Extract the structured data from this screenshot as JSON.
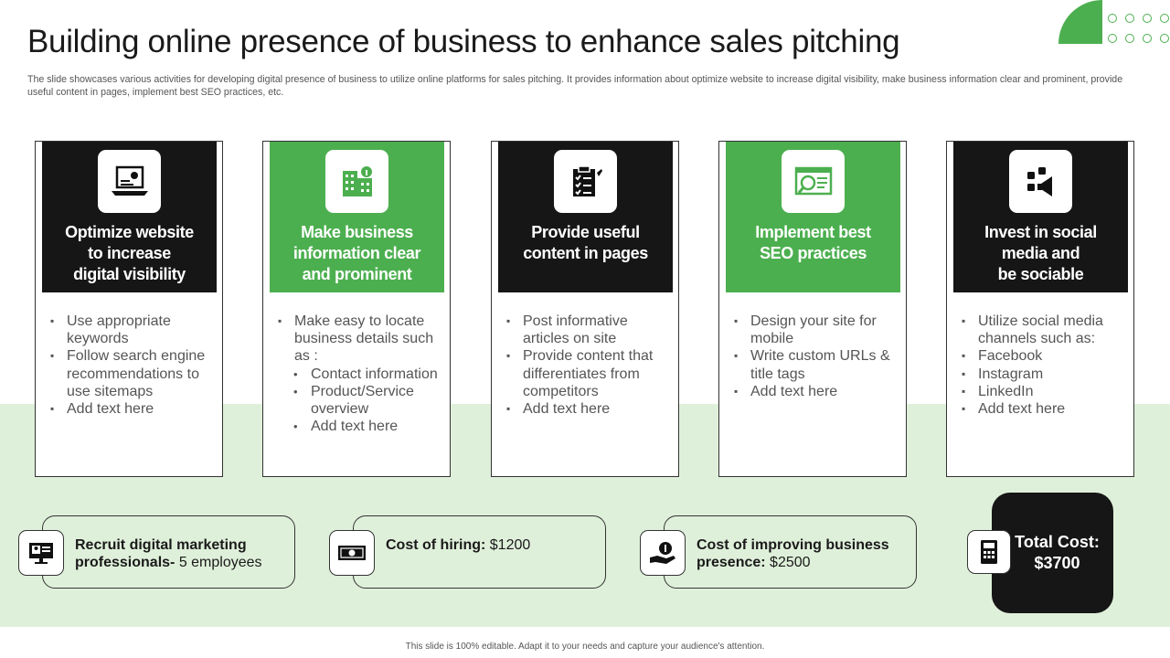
{
  "slide": {
    "title": "Building online presence of business to enhance sales pitching",
    "subtitle": "The slide showcases various activities for developing digital presence of business to utilize online platforms for sales pitching. It provides information about optimize website to increase digital visibility, make business information clear and prominent, provide useful content in pages, implement best SEO practices, etc.",
    "footer": "This slide is 100% editable. Adapt it to your needs and capture your audience's attention."
  },
  "colors": {
    "accent": "#4caf4f",
    "dark": "#161616",
    "band": "#dff0da"
  },
  "cards": [
    {
      "title": "Optimize website\nto increase\ndigital visibility",
      "icon": "laptop-gear-icon",
      "theme": "dark",
      "bullets": [
        "Use appropriate keywords",
        "Follow search engine recommendations to use sitemaps",
        "Add text here"
      ]
    },
    {
      "title": "Make business\ninformation clear\nand prominent",
      "icon": "building-info-icon",
      "theme": "green",
      "bullets": [
        "Make easy to locate business details such as :"
      ],
      "sub_bullets": [
        "Contact information",
        "Product/Service overview",
        "Add text here"
      ]
    },
    {
      "title": "Provide useful\ncontent in pages",
      "icon": "clipboard-checklist-icon",
      "theme": "dark",
      "bullets": [
        "Post informative articles on site",
        "Provide content that differentiates from competitors",
        "Add text here"
      ]
    },
    {
      "title": "Implement best\nSEO practices",
      "icon": "seo-search-icon",
      "theme": "green",
      "bullets": [
        "Design your site for mobile",
        "Write custom URLs & title tags",
        "Add text here"
      ]
    },
    {
      "title": "Invest in social\nmedia and\nbe sociable",
      "icon": "social-megaphone-icon",
      "theme": "dark",
      "bullets": [
        "Utilize social media channels such as:",
        "Facebook",
        "Instagram",
        "LinkedIn",
        "Add text here"
      ]
    }
  ],
  "costs": [
    {
      "label": "Recruit digital marketing professionals-",
      "value": "5 employees",
      "icon": "recruit-screen-icon"
    },
    {
      "label": "Cost of hiring:",
      "value": "$1200",
      "icon": "cash-icon"
    },
    {
      "label": "Cost of improving business presence:",
      "value": "$2500",
      "icon": "money-hand-icon"
    }
  ],
  "total": {
    "label": "Total Cost:\n$3700",
    "icon": "calculator-icon"
  }
}
